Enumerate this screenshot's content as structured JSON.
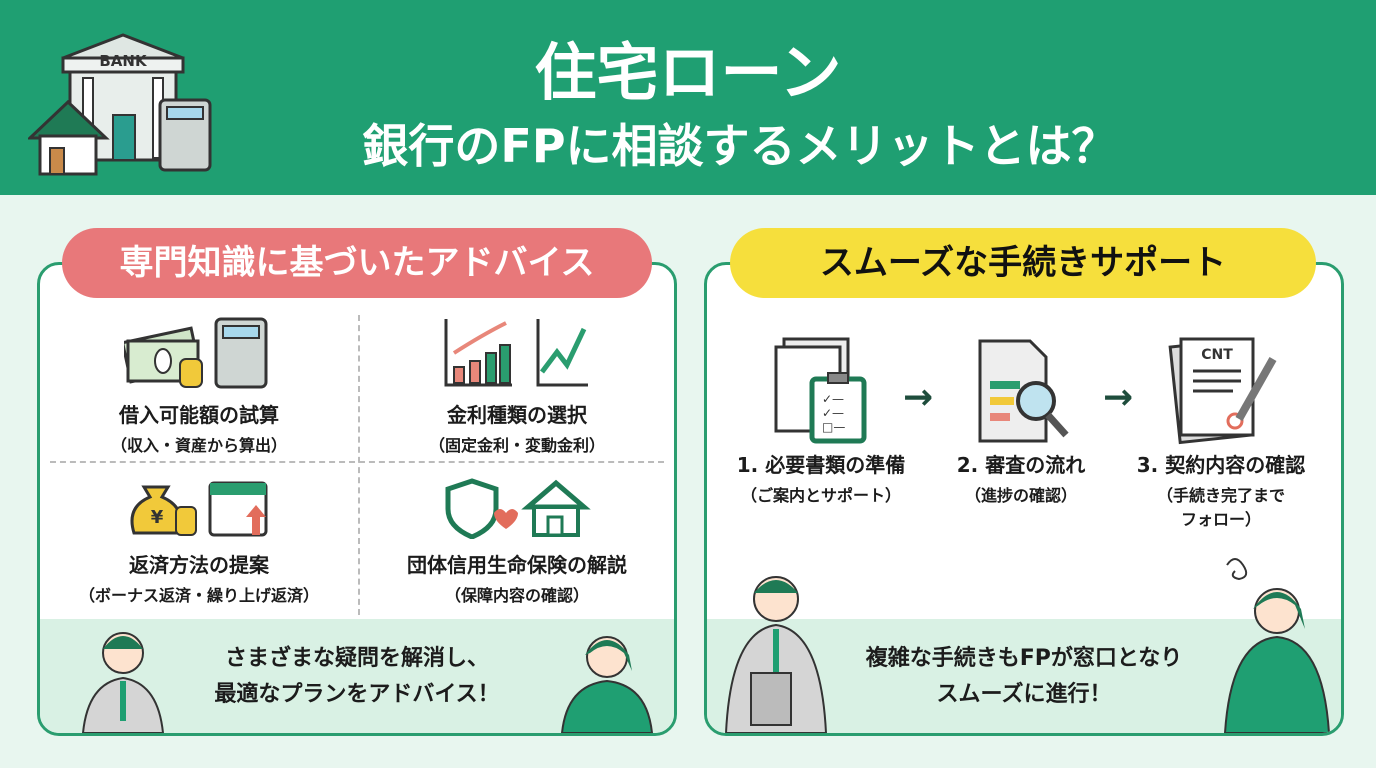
{
  "header": {
    "title_line1": "住宅ローン",
    "title_line2": "銀行のFPに相談するメリットとは？",
    "bank_sign": "BANK"
  },
  "left": {
    "heading": "専門知識に基づいたアドバイス",
    "items": [
      {
        "title": "借入可能額の試算",
        "sub": "（収入・資産から算出）",
        "icon": "money-calculator-icon"
      },
      {
        "title": "金利種類の選択",
        "sub": "（固定金利・変動金利）",
        "icon": "chart-icon"
      },
      {
        "title": "返済方法の提案",
        "sub": "（ボーナス返済・繰り上げ返済）",
        "icon": "yen-bag-calendar-icon"
      },
      {
        "title": "団体信用生命保険の解説",
        "sub": "（保障内容の確認）",
        "icon": "shield-house-icon"
      }
    ],
    "message_line1": "さまざまな疑問を解消し、",
    "message_line2": "最適なプランをアドバイス！"
  },
  "right": {
    "heading": "スムーズな手続きサポート",
    "steps": [
      {
        "title": "1. 必要書類の準備",
        "sub": "（ご案内とサポート）"
      },
      {
        "title": "2. 審査の流れ",
        "sub": "（進捗の確認）"
      },
      {
        "title": "3. 契約内容の確認",
        "sub": "（手続き完了まで",
        "sub2": "フォロー）"
      }
    ],
    "contract_label": "CNT",
    "message_line1": "複雑な手続きもFPが窓口となり",
    "message_line2": "スムーズに進行！"
  },
  "colors": {
    "green": "#1f9f72",
    "pink": "#e8787a",
    "yellow": "#f6df3c"
  }
}
